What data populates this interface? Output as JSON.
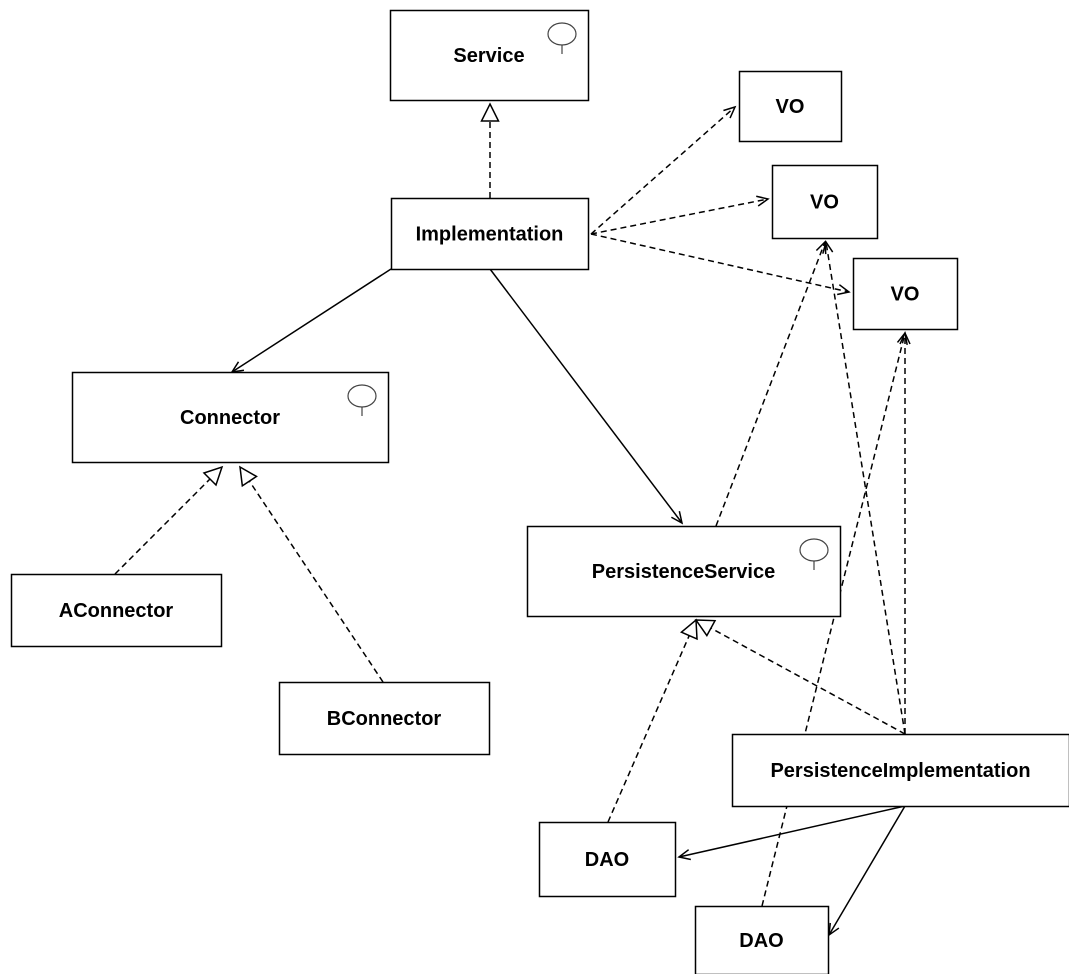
{
  "diagram": {
    "nodes": [
      {
        "id": "service",
        "label": "Service",
        "interface": true
      },
      {
        "id": "vo1",
        "label": "VO",
        "interface": false
      },
      {
        "id": "vo2",
        "label": "VO",
        "interface": false
      },
      {
        "id": "vo3",
        "label": "VO",
        "interface": false
      },
      {
        "id": "implementation",
        "label": "Implementation",
        "interface": false
      },
      {
        "id": "connector",
        "label": "Connector",
        "interface": true
      },
      {
        "id": "aconnector",
        "label": "AConnector",
        "interface": false
      },
      {
        "id": "bconnector",
        "label": "BConnector",
        "interface": false
      },
      {
        "id": "persistence-service",
        "label": "PersistenceService",
        "interface": true
      },
      {
        "id": "persistence-implementation",
        "label": "PersistenceImplementation",
        "interface": false
      },
      {
        "id": "dao1",
        "label": "DAO",
        "interface": false
      },
      {
        "id": "dao2",
        "label": "DAO",
        "interface": false
      }
    ],
    "edges": [
      {
        "from": "implementation",
        "to": "service",
        "kind": "realization"
      },
      {
        "from": "implementation",
        "to": "vo1",
        "kind": "dependency"
      },
      {
        "from": "implementation",
        "to": "vo2",
        "kind": "dependency"
      },
      {
        "from": "implementation",
        "to": "vo3",
        "kind": "dependency"
      },
      {
        "from": "implementation",
        "to": "connector",
        "kind": "association"
      },
      {
        "from": "implementation",
        "to": "persistence-service",
        "kind": "association"
      },
      {
        "from": "aconnector",
        "to": "connector",
        "kind": "realization"
      },
      {
        "from": "bconnector",
        "to": "connector",
        "kind": "realization"
      },
      {
        "from": "persistence-service",
        "to": "vo2",
        "kind": "dependency"
      },
      {
        "from": "persistence-implementation",
        "to": "persistence-service",
        "kind": "realization"
      },
      {
        "from": "dao1",
        "to": "persistence-service",
        "kind": "realization"
      },
      {
        "from": "persistence-implementation",
        "to": "vo2",
        "kind": "dependency"
      },
      {
        "from": "persistence-implementation",
        "to": "vo3",
        "kind": "dependency"
      },
      {
        "from": "dao2",
        "to": "vo3",
        "kind": "dependency"
      },
      {
        "from": "persistence-implementation",
        "to": "dao1",
        "kind": "association"
      },
      {
        "from": "persistence-implementation",
        "to": "dao2",
        "kind": "association"
      }
    ]
  },
  "colors": {
    "stroke": "#000000",
    "fill": "#ffffff"
  }
}
